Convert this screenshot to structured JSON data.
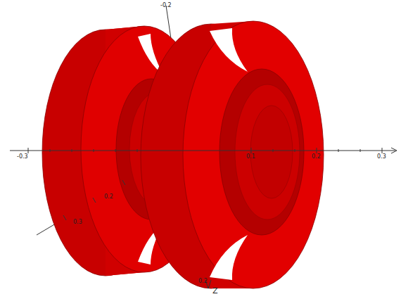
{
  "diagram": {
    "labels": [
      "-0.2",
      "-0.3",
      "0.1",
      "0.2",
      "0.3",
      "0.2",
      "0.3",
      "0.2",
      "Z"
    ]
  }
}
